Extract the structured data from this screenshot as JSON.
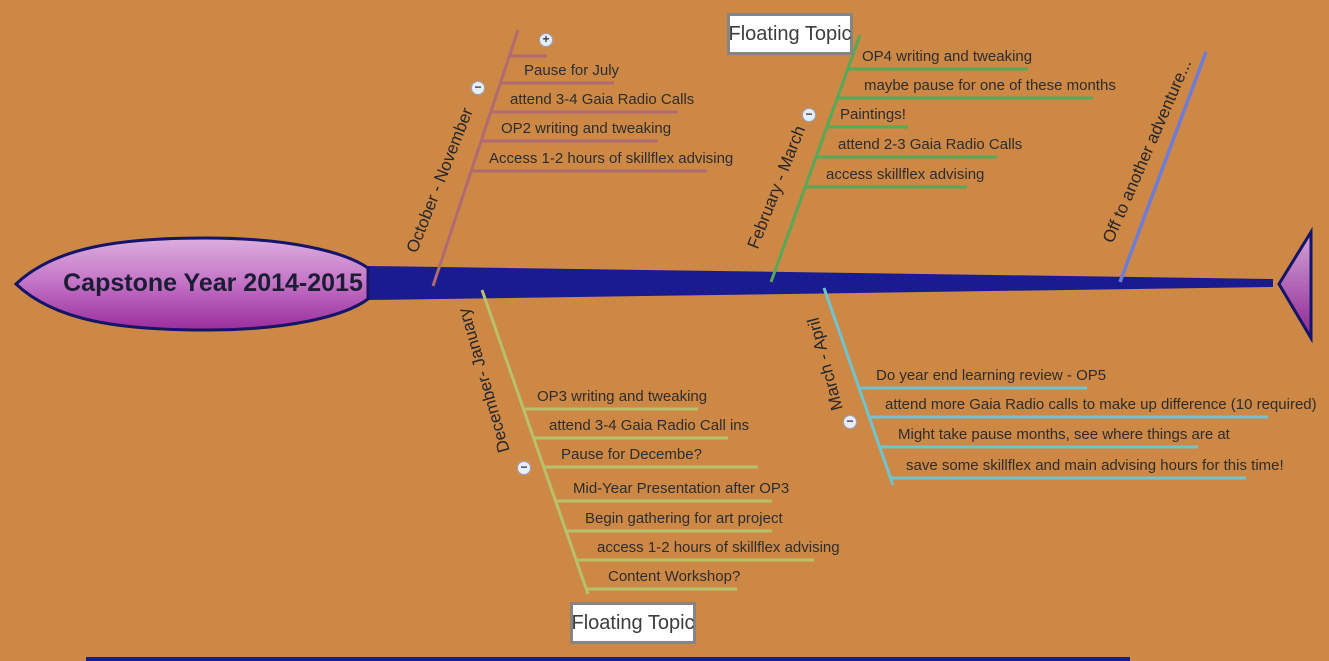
{
  "title": "Capstone Year 2014-2015",
  "floating_topics": {
    "top": "Floating Topic",
    "bottom": "Floating Topic"
  },
  "adventure_label": "Off to another adventure...",
  "branches": [
    {
      "label": "October - November",
      "color": "#b16a72",
      "items": [
        "Pause for July",
        "attend 3-4 Gaia Radio Calls",
        "OP2 writing and tweaking",
        "Access 1-2 hours of skillflex advising"
      ]
    },
    {
      "label": "February - March",
      "color": "#55a957",
      "items": [
        "OP4 writing and tweaking",
        "maybe pause for one of these months",
        "Paintings!",
        "attend 2-3 Gaia Radio Calls",
        "access skillflex advising"
      ]
    },
    {
      "label": "December- January",
      "color": "#b8c169",
      "items": [
        "OP3 writing and tweaking",
        "attend 3-4 Gaia Radio Call ins",
        "Pause for Decembe?",
        "Mid-Year Presentation after OP3",
        "Begin gathering for art project",
        "access 1-2 hours of skillflex advising",
        "Content Workshop?"
      ]
    },
    {
      "label": "March - April",
      "color": "#6fc4cf",
      "items": [
        "Do year end learning review - OP5",
        "attend more Gaia Radio calls to make up difference (10 required)",
        "Might take pause months, see where things are at",
        "save some skillflex and main advising hours for this time!"
      ]
    }
  ],
  "icons": {
    "expand": "+",
    "collapse": "−"
  },
  "colors": {
    "background": "#cd8845",
    "spine": "#1a1a91",
    "shape_border": "#141468",
    "head_gradient_top": "#dcaedd",
    "head_gradient_bottom": "#9a2d9d",
    "adventure_line": "#6c7cd8",
    "floating_topic_border": "#858585",
    "text": "#2d2d2d"
  }
}
